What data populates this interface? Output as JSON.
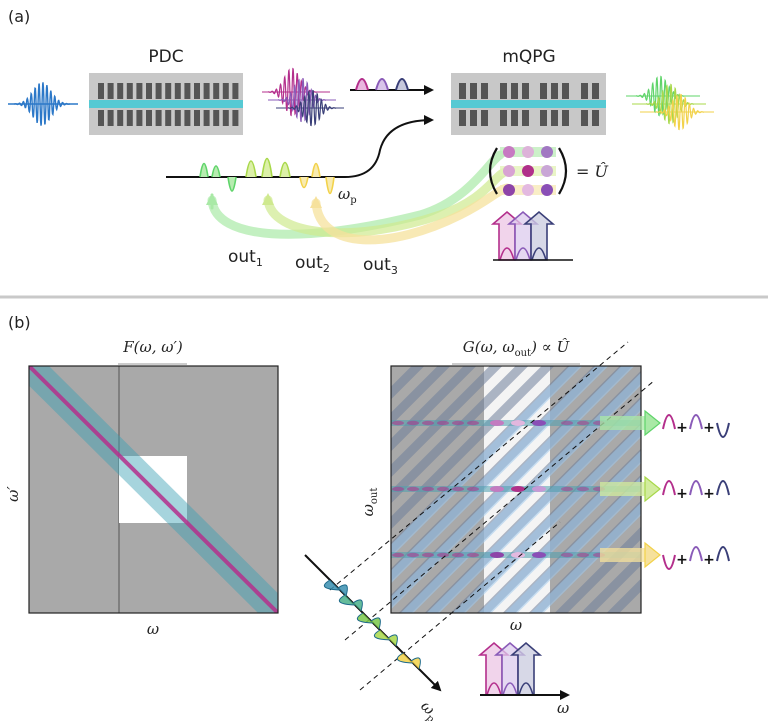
{
  "panel_a": {
    "label": "(a)",
    "pdc_label": "PDC",
    "mqpg_label": "mQPG",
    "omega_p_label": "ωp",
    "u_eq_label": "= Û",
    "out_labels": [
      "out1",
      "out2",
      "out3"
    ],
    "matrix_dot_colors": [
      [
        "#c77ac2",
        "#ddb3d9",
        "#a178c2"
      ],
      [
        "#d8a3d3",
        "#b0308a",
        "#c9a6d6"
      ],
      [
        "#8e44a8",
        "#e3b9e0",
        "#8a4fb6"
      ]
    ],
    "pulse_colors": [
      "#b42f8c",
      "#8a5bb8",
      "#3a3f78"
    ],
    "output_colors": [
      "#5fd46a",
      "#a8d84a",
      "#f2d24a"
    ]
  },
  "panel_b": {
    "label": "(b)",
    "left_title": "F(ω, ω′)",
    "left_xlabel": "ω",
    "left_ylabel": "ω′",
    "right_title": "G(ω, ωout) ∝ Û",
    "right_xlabel": "ω",
    "right_ylabel": "ωout",
    "pump_axis_label": "ωp",
    "freq_axis_label": "ω",
    "row_outputs": [
      [
        "peak",
        "peak",
        "dip"
      ],
      [
        "peak",
        "peak",
        "peak"
      ],
      [
        "dip",
        "peak",
        "peak"
      ]
    ],
    "dot_colors": [
      [
        "#c37bc0",
        "#e2b7de",
        "#8a4fb6"
      ],
      [
        "#c37bc0",
        "#b0308a",
        "#c69ad6"
      ],
      [
        "#8e44a8",
        "#e3b9e0",
        "#8a4fb6"
      ]
    ]
  },
  "colors": {
    "gray": "#a9a9a9",
    "crystal_bg": "#c8c8c8",
    "waveguide": "#56c9d3",
    "pink": "#b42f8c",
    "teal": "#3a8a96"
  }
}
